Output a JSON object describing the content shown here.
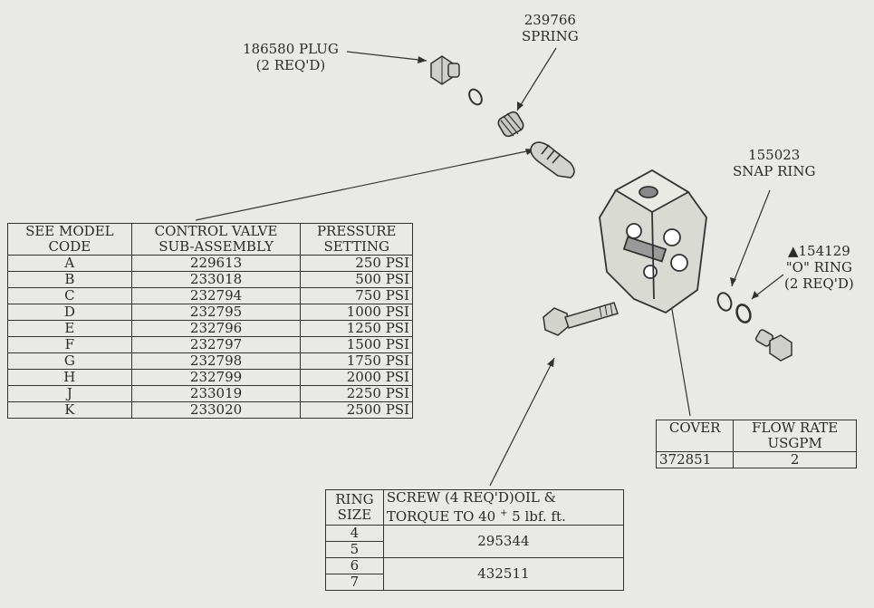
{
  "labels": {
    "spring_part": "239766",
    "spring_name": "SPRING",
    "plug": "186580 PLUG",
    "plug_qty": "(2 REQ'D)",
    "snap_part": "155023",
    "snap_name": "SNAP RING",
    "oring_part": "▲154129",
    "oring_name": "\"O\" RING",
    "oring_qty": "(2 REQ'D)"
  },
  "model_table": {
    "headers": [
      [
        "SEE MODEL",
        "CODE"
      ],
      [
        "CONTROL VALVE",
        "SUB-ASSEMBLY"
      ],
      [
        "PRESSURE",
        "SETTING"
      ]
    ],
    "rows": [
      [
        "A",
        "229613",
        "250 PSI"
      ],
      [
        "B",
        "233018",
        "500 PSI"
      ],
      [
        "C",
        "232794",
        "750 PSI"
      ],
      [
        "D",
        "232795",
        "1000 PSI"
      ],
      [
        "E",
        "232796",
        "1250 PSI"
      ],
      [
        "F",
        "232797",
        "1500 PSI"
      ],
      [
        "G",
        "232798",
        "1750 PSI"
      ],
      [
        "H",
        "232799",
        "2000 PSI"
      ],
      [
        "J",
        "233019",
        "2250 PSI"
      ],
      [
        "K",
        "233020",
        "2500 PSI"
      ]
    ]
  },
  "cover_table": {
    "headers": [
      [
        "COVER"
      ],
      [
        "FLOW RATE",
        "USGPM"
      ]
    ],
    "rows": [
      [
        "372851",
        "2"
      ]
    ]
  },
  "screw_table": {
    "h_ring_1": "RING",
    "h_ring_2": "SIZE",
    "h_screw_1a": "SCREW (4 REQ'D)",
    "h_screw_1b": "OIL &",
    "h_screw_2a": "TORQUE TO 40 ",
    "h_screw_2pm": "+",
    "h_screw_2b": " 5 lbf. ft.",
    "rows": [
      {
        "ring": "4",
        "screw": "295344"
      },
      {
        "ring": "5"
      },
      {
        "ring": "6",
        "screw": "432511"
      },
      {
        "ring": "7"
      }
    ]
  }
}
